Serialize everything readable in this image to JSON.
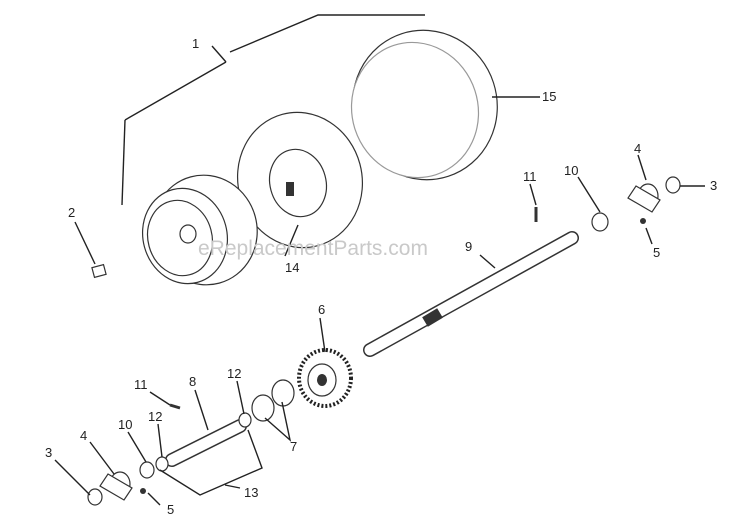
{
  "diagram": {
    "watermark": "eReplacementParts.com",
    "callouts": {
      "c1": "1",
      "c2": "2",
      "c3a": "3",
      "c3b": "3",
      "c4a": "4",
      "c4b": "4",
      "c5a": "5",
      "c5b": "5",
      "c6": "6",
      "c7": "7",
      "c8": "8",
      "c9": "9",
      "c10a": "10",
      "c10b": "10",
      "c11a": "11",
      "c11b": "11",
      "c12a": "12",
      "c12b": "12",
      "c13": "13",
      "c14": "14",
      "c15": "15"
    }
  }
}
